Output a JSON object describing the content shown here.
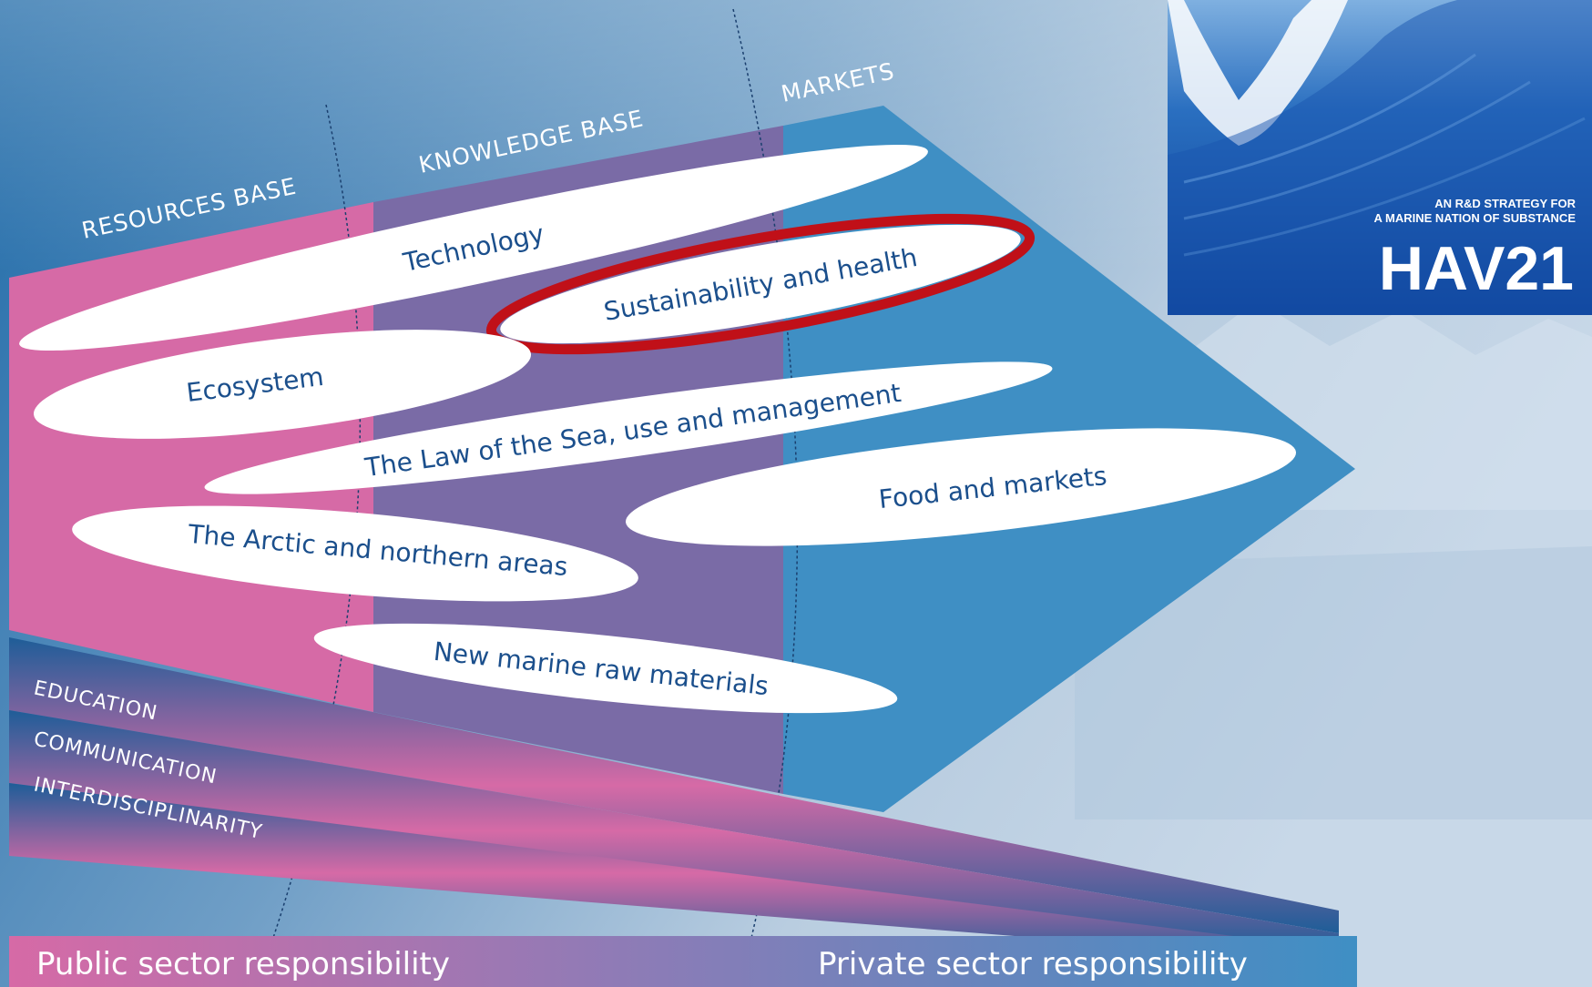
{
  "columns": {
    "resources": "RESOURCES BASE",
    "knowledge": "KNOWLEDGE BASE",
    "markets": "MARKETS"
  },
  "topics": [
    {
      "label": "Technology",
      "highlighted": false
    },
    {
      "label": "Sustainability and health",
      "highlighted": true
    },
    {
      "label": "Ecosystem",
      "highlighted": false
    },
    {
      "label": "The Law of the Sea, use and management",
      "highlighted": false
    },
    {
      "label": "Food and markets",
      "highlighted": false
    },
    {
      "label": "The Arctic and northern areas",
      "highlighted": false
    },
    {
      "label": "New marine raw materials",
      "highlighted": false
    }
  ],
  "bands": [
    "EDUCATION",
    "COMMUNICATION",
    "INTERDISCIPLINARITY"
  ],
  "footer": {
    "public": "Public sector responsibility",
    "private": "Private sector responsibility"
  },
  "cover": {
    "subtitle_line1": "AN R&D STRATEGY FOR",
    "subtitle_line2": "A MARINE NATION OF SUBSTANCE",
    "title": "HAV21"
  },
  "colors": {
    "pink": "#d66aa6",
    "purple": "#7a6ba6",
    "blue": "#3f8fc4",
    "highlight_ring": "#c01018",
    "pill_text": "#1b4f8c"
  }
}
